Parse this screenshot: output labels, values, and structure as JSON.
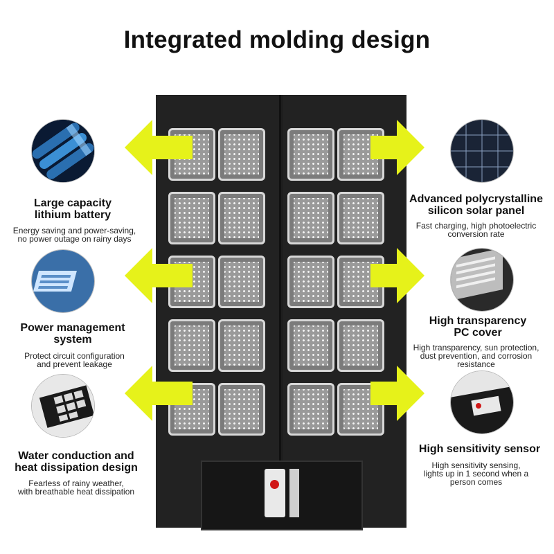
{
  "title": "Integrated molding design",
  "features": {
    "battery": {
      "icon": "battery-icon",
      "title_1": "Large capacity",
      "title_2": "lithium battery",
      "desc_1": "Energy saving and power-saving,",
      "desc_2": "no power outage on rainy days"
    },
    "power": {
      "icon": "chip-icon",
      "title_1": "Power management",
      "title_2": "system",
      "desc_1": "Protect circuit configuration",
      "desc_2": "and prevent leakage"
    },
    "water": {
      "icon": "lamp-back-icon",
      "title_1": "Water conduction and",
      "title_2": "heat dissipation design",
      "desc_1": "Fearless of rainy weather,",
      "desc_2": "with breathable heat dissipation"
    },
    "solar": {
      "icon": "solar-panel-icon",
      "title_1": "Advanced polycrystalline",
      "title_2": "silicon solar panel",
      "desc_1": "Fast charging, high photoelectric",
      "desc_2": "conversion rate"
    },
    "pc": {
      "icon": "pc-cover-icon",
      "title_1": "High transparency",
      "title_2": "PC cover",
      "desc_1": "High transparency, sun protection,",
      "desc_2": "dust prevention, and corrosion",
      "desc_3": "resistance"
    },
    "sensor": {
      "icon": "sensor-icon",
      "title_1": "High sensitivity sensor",
      "desc_1": "High sensitivity sensing,",
      "desc_2": "lights up in 1 second when a",
      "desc_3": "person comes"
    }
  },
  "colors": {
    "arrow": "#e6f21a",
    "lamp": "#1e1e1e"
  }
}
